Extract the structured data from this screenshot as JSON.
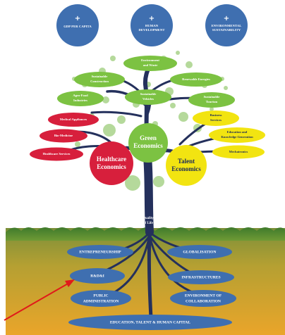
{
  "top_goals": [
    {
      "plus": "+",
      "line1": "GDP PER CAPITA",
      "line2": ""
    },
    {
      "plus": "+",
      "line1": "HUMAN",
      "line2": "DEVELOPMENT"
    },
    {
      "plus": "+",
      "line1": "ENVIRONMENTAL",
      "line2": "SUSTAINABILITY"
    }
  ],
  "main_circles": {
    "green": {
      "line1": "Green",
      "line2": "Economics"
    },
    "healthcare": {
      "line1": "Healthcare",
      "line2": "Economics"
    },
    "talent": {
      "line1": "Talent",
      "line2": "Economics"
    }
  },
  "green_leaves": [
    {
      "line1": "Environment",
      "line2": "and Waste"
    },
    {
      "line1": "Sustainable",
      "line2": "Construction"
    },
    {
      "line1": "Renewable Energies",
      "line2": ""
    },
    {
      "line1": "Agro-Food",
      "line2": "Industries"
    },
    {
      "line1": "Sustainable",
      "line2": "Vehicles"
    },
    {
      "line1": "Sustainable",
      "line2": "Tourism"
    }
  ],
  "health_leaves": [
    "Medical Appliances",
    "Bio-Medicine",
    "Healthcare Services"
  ],
  "talent_leaves": [
    {
      "line1": "Business",
      "line2": "Services"
    },
    {
      "line1": "Education and",
      "line2": "Knowledge Generation"
    },
    {
      "line1": "Mechatronics",
      "line2": ""
    }
  ],
  "trunk_label": {
    "line1": "Quality",
    "line2": "of Life"
  },
  "roots": {
    "entrepreneurship": "ENTREPRENEURSHIP",
    "globalisation": "GLOBALISATION",
    "rdi": "R&D&I",
    "infrastructures": "INFRASTRUCTURES",
    "public_admin": {
      "line1": "PUBLIC",
      "line2": "ADMINISTRATION"
    },
    "environment_collab": {
      "line1": "ENVIRONMENT OF",
      "line2": "COLLABORATION"
    },
    "education": "EDUCATION, TALENT & HUMAN CAPITAL"
  },
  "colors": {
    "blue": "#3f6fb0",
    "green": "#7cc242",
    "red": "#d71f3c",
    "yellow": "#f2e411",
    "trunk": "#24305c",
    "soil_top": "#8a9a3a",
    "soil_bottom": "#e6a52b",
    "arrow": "#e01a1a"
  }
}
